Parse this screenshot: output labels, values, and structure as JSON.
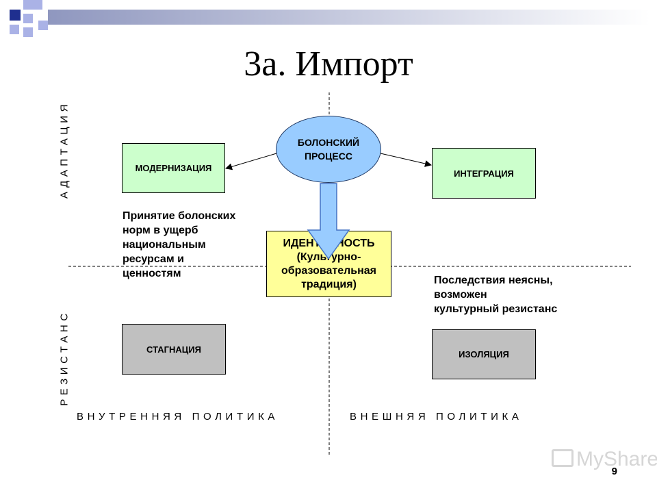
{
  "slide": {
    "title": "3а. Импорт",
    "page_number": "9",
    "watermark": "MyShared"
  },
  "axes": {
    "top_vertical": "АДАПТАЦИЯ",
    "bottom_vertical": "РЕЗИСТАНС",
    "left_horizontal": "ВНУТРЕННЯЯ ПОЛИТИКА",
    "right_horizontal": "ВНЕШНЯЯ ПОЛИТИКА"
  },
  "nodes": {
    "center": "БОЛОНСКИЙ\nПРОЦЕСС",
    "modernization": "МОДЕРНИЗАЦИЯ",
    "integration": "ИНТЕГРАЦИЯ",
    "stagnation": "СТАГНАЦИЯ",
    "isolation": "ИЗОЛЯЦИЯ",
    "identity": "ИДЕНТИЧНОСТЬ\n(Культурно-\nобразовательная\nтрадиция)"
  },
  "notes": {
    "left": "Принятие болонских\nнорм в ущерб\nнациональным\nресурсам и\nценностям",
    "right": "Последствия неясны,\nвозможен\nкультурный резистанс"
  },
  "colors": {
    "green_box": "#ccffcc",
    "gray_box": "#c0c0c0",
    "identity_box": "#ffff99",
    "ellipse": "#99ccff",
    "arrow_fill": "#99ccff",
    "arrow_stroke": "#4472c4",
    "deco_dark": "#1f2f8f",
    "deco_light": "#aab2e6"
  }
}
